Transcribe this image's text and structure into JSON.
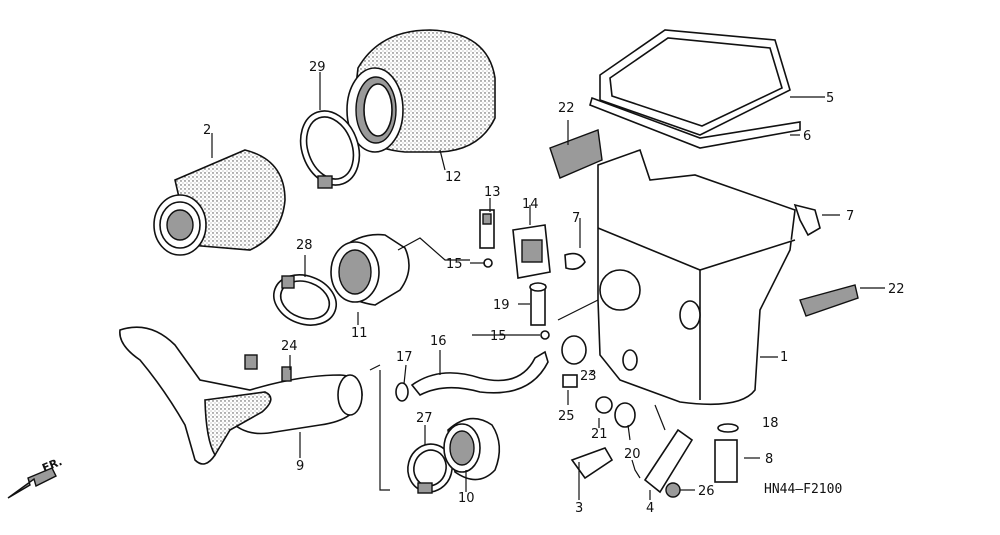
{
  "diagram_code": "HN44—F2100",
  "fr_label": "FR.",
  "callouts": {
    "c1": "1",
    "c2": "2",
    "c3": "3",
    "c4": "4",
    "c5": "5",
    "c6": "6",
    "c7a": "7",
    "c7b": "7",
    "c8": "8",
    "c9": "9",
    "c10": "10",
    "c11": "11",
    "c12": "12",
    "c13": "13",
    "c14": "14",
    "c15a": "15",
    "c15b": "15",
    "c16": "16",
    "c17": "17",
    "c18": "18",
    "c19": "19",
    "c20": "20",
    "c21": "21",
    "c22a": "22",
    "c22b": "22",
    "c23": "23",
    "c24": "24",
    "c25": "25",
    "c26": "26",
    "c27": "27",
    "c28": "28",
    "c29": "29"
  }
}
